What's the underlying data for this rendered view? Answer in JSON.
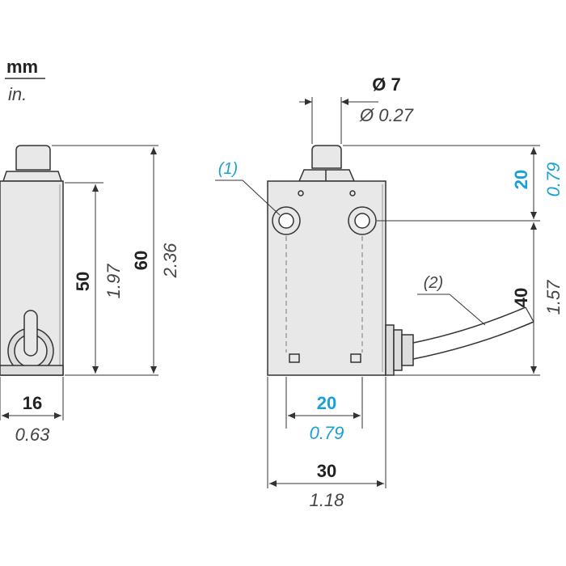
{
  "units": {
    "primary": "mm",
    "secondary": "in."
  },
  "callouts": {
    "ref1": "(1)",
    "ref2": "(2)"
  },
  "side_view": {
    "width_mm": "16",
    "width_in": "0.63",
    "body_mm": "50",
    "body_in": "1.97",
    "total_mm": "60",
    "total_in": "2.36"
  },
  "front_view": {
    "plunger_mm": "Ø 7",
    "plunger_in": "Ø 0.27",
    "top_mm": "20",
    "top_in": "0.79",
    "lower_mm": "40",
    "lower_in": "1.57",
    "holes_mm": "20",
    "holes_in": "0.79",
    "width_mm": "30",
    "width_in": "1.18"
  },
  "colors": {
    "primary_text": "#222222",
    "highlight": "#1aa0d8",
    "body_fill": "#e8e8e8"
  }
}
